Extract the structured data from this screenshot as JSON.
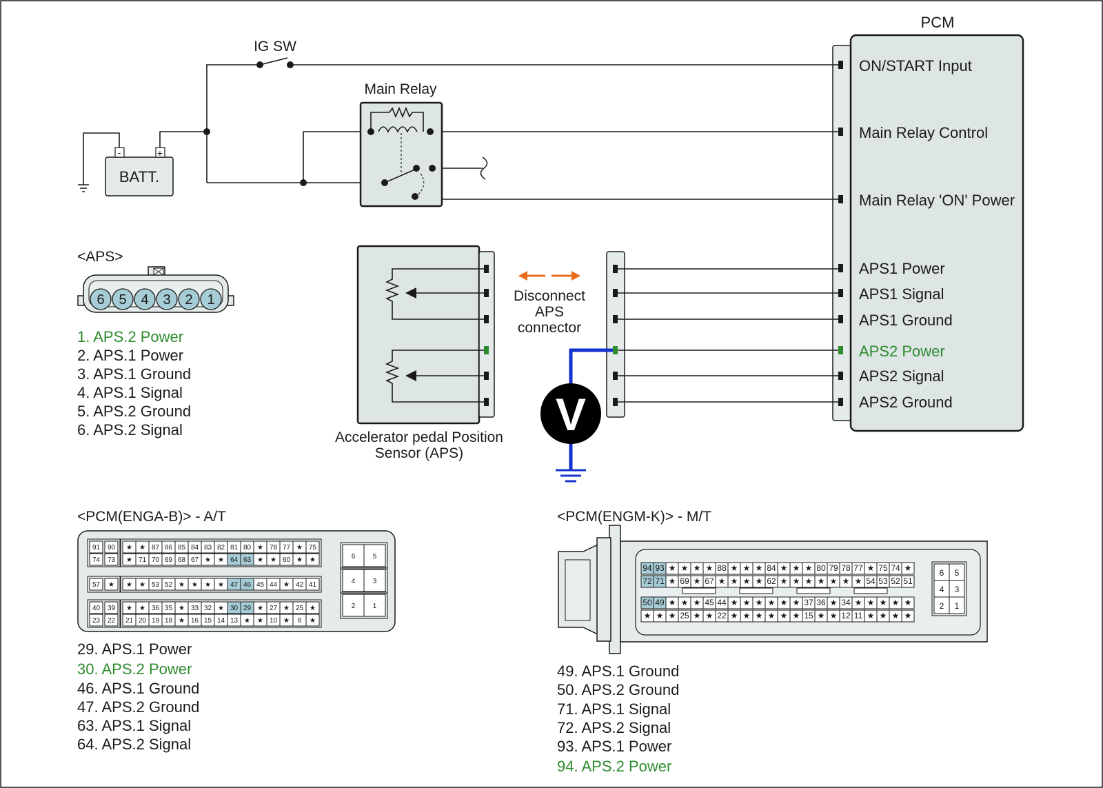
{
  "pcm": {
    "title": "PCM",
    "pins": [
      "ON/START Input",
      "Main Relay Control",
      "Main Relay 'ON' Power",
      "APS1 Power",
      "APS1 Signal",
      "APS1 Ground",
      "APS2 Power",
      "APS2 Signal",
      "APS2 Ground"
    ]
  },
  "ig_sw": "IG SW",
  "main_relay": "Main Relay",
  "battery": {
    "label": "BATT.",
    "minus": "-",
    "plus": "+"
  },
  "aps_connector": {
    "title": "<APS>",
    "pin_numbers": [
      "6",
      "5",
      "4",
      "3",
      "2",
      "1"
    ],
    "legend": [
      "1. APS.2 Power",
      "2. APS.1 Power",
      "3. APS.1 Ground",
      "4. APS.1 Signal",
      "5. APS.2 Ground",
      "6. APS.2 Signal"
    ]
  },
  "aps_sensor": {
    "line1": "Accelerator pedal Position",
    "line2": "Sensor (APS)"
  },
  "disconnect": {
    "line1": "Disconnect",
    "line2": "APS",
    "line3": "connector"
  },
  "voltmeter": "V",
  "pcm_at": {
    "title": "<PCM(ENGA-B)> - A/T",
    "legend": [
      "29. APS.1 Power",
      "30. APS.2 Power",
      "46. APS.1 Ground",
      "47. APS.2 Ground",
      "63. APS.1 Signal",
      "64. APS.2 Signal"
    ]
  },
  "pcm_mt": {
    "title": "<PCM(ENGM-K)> - M/T",
    "legend": [
      "49. APS.1 Ground",
      "50. APS.2 Ground",
      "71. APS.1 Signal",
      "72. APS.2 Signal",
      "93. APS.1 Power",
      "94. APS.2 Power"
    ]
  },
  "at_rows": [
    [
      "91",
      "90",
      "★",
      "★",
      "87",
      "86",
      "85",
      "84",
      "83",
      "82",
      "81",
      "80",
      "★",
      "78",
      "77",
      "★",
      "75"
    ],
    [
      "74",
      "73",
      "★",
      "71",
      "70",
      "69",
      "68",
      "67",
      "★",
      "★",
      "64",
      "63",
      "★",
      "★",
      "60",
      "★",
      "★"
    ],
    [
      "57",
      "★",
      "★",
      "★",
      "53",
      "52",
      "★",
      "★",
      "★",
      "★",
      "47",
      "46",
      "45",
      "44",
      "★",
      "42",
      "41"
    ],
    [
      "40",
      "39",
      "★",
      "★",
      "36",
      "35",
      "★",
      "33",
      "32",
      "★",
      "30",
      "29",
      "★",
      "27",
      "★",
      "25",
      "★"
    ],
    [
      "23",
      "22",
      "21",
      "20",
      "19",
      "18",
      "★",
      "16",
      "15",
      "14",
      "13",
      "★",
      "★",
      "10",
      "★",
      "8",
      "★"
    ]
  ],
  "at_side": [
    "6",
    "5",
    "4",
    "3",
    "2",
    "1"
  ],
  "mt_rows": [
    [
      "94",
      "93",
      "★",
      "★",
      "★",
      "★",
      "88",
      "★",
      "★",
      "★",
      "84",
      "★",
      "★",
      "★",
      "80",
      "79",
      "78",
      "77",
      "★",
      "75",
      "74",
      "★"
    ],
    [
      "72",
      "71",
      "★",
      "69",
      "★",
      "67",
      "★",
      "★",
      "★",
      "★",
      "62",
      "★",
      "★",
      "★",
      "★",
      "★",
      "★",
      "★",
      "54",
      "53",
      "52",
      "51"
    ],
    [
      "50",
      "49",
      "★",
      "★",
      "★",
      "45",
      "44",
      "★",
      "★",
      "★",
      "★",
      "★",
      "★",
      "37",
      "36",
      "★",
      "34",
      "★",
      "★",
      "★",
      "★",
      "★"
    ],
    [
      "★",
      "★",
      "★",
      "25",
      "★",
      "★",
      "22",
      "★",
      "★",
      "★",
      "★",
      "★",
      "★",
      "15",
      "★",
      "★",
      "12",
      "11",
      "★",
      "★",
      "★",
      "★"
    ]
  ],
  "mt_side": [
    "6",
    "5",
    "4",
    "3",
    "2",
    "1"
  ],
  "colors": {
    "highlight": "#a6ccd6",
    "aps2_power_green": "#2e8b2e",
    "meter_wire": "#1433cc",
    "arrow_orange": "#e86a1a",
    "box_fill": "#dde6e5"
  }
}
